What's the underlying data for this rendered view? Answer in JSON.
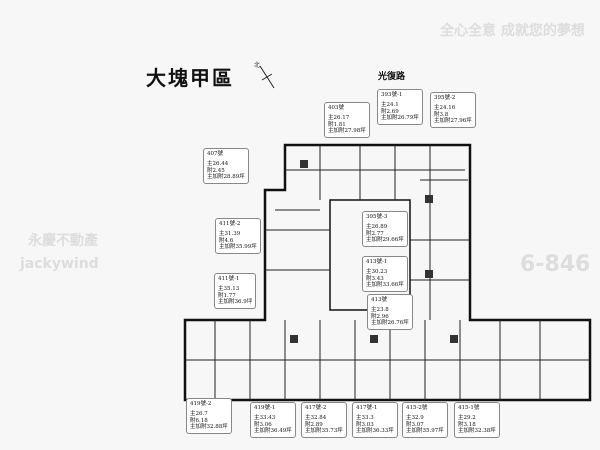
{
  "title": "大塊甲區",
  "north_label": "北",
  "road": "光復路",
  "watermark": {
    "brand": "永慶不動產",
    "slogan": "全心全意 成就您的夢想",
    "agent": "jackywind",
    "phone": "6-846"
  },
  "units": [
    {
      "id": "403號",
      "main": "主26.17",
      "attached": "附1.81",
      "total": "主加附27.98坪"
    },
    {
      "id": "393號-1",
      "main": "主24.1",
      "attached": "附2.69",
      "total": "主加附26.79坪"
    },
    {
      "id": "395號-2",
      "main": "主24.16",
      "attached": "附3.8",
      "total": "主加附27.96坪"
    },
    {
      "id": "407號",
      "main": "主26.44",
      "attached": "附2.45",
      "total": "主加附28.89坪"
    },
    {
      "id": "411號-2",
      "main": "主31.39",
      "attached": "附4.6",
      "total": "主加附35.99坪"
    },
    {
      "id": "411號-1",
      "main": "主35.13",
      "attached": "附1.77",
      "total": "主加附36.9坪"
    },
    {
      "id": "395號-3",
      "main": "主26.89",
      "attached": "附2.77",
      "total": "主加附29.66坪"
    },
    {
      "id": "413號-1",
      "main": "主30.23",
      "attached": "附3.43",
      "total": "主加附33.66坪"
    },
    {
      "id": "413號",
      "main": "主23.8",
      "attached": "附2.96",
      "total": "主加附26.76坪"
    },
    {
      "id": "419號-2",
      "main": "主26.7",
      "attached": "附6.18",
      "total": "主加附32.88坪"
    },
    {
      "id": "419號-1",
      "main": "主33.43",
      "attached": "附3.06",
      "total": "主加附36.49坪"
    },
    {
      "id": "417號-2",
      "main": "主32.84",
      "attached": "附2.89",
      "total": "主加附35.73坪"
    },
    {
      "id": "417號-1",
      "main": "主33.3",
      "attached": "附3.03",
      "total": "主加附36.33坪"
    },
    {
      "id": "415-2號",
      "main": "主32.9",
      "attached": "附3.07",
      "total": "主加附35.97坪"
    },
    {
      "id": "415-1號",
      "main": "主29.2",
      "attached": "附3.18",
      "total": "主加附32.38坪"
    }
  ]
}
